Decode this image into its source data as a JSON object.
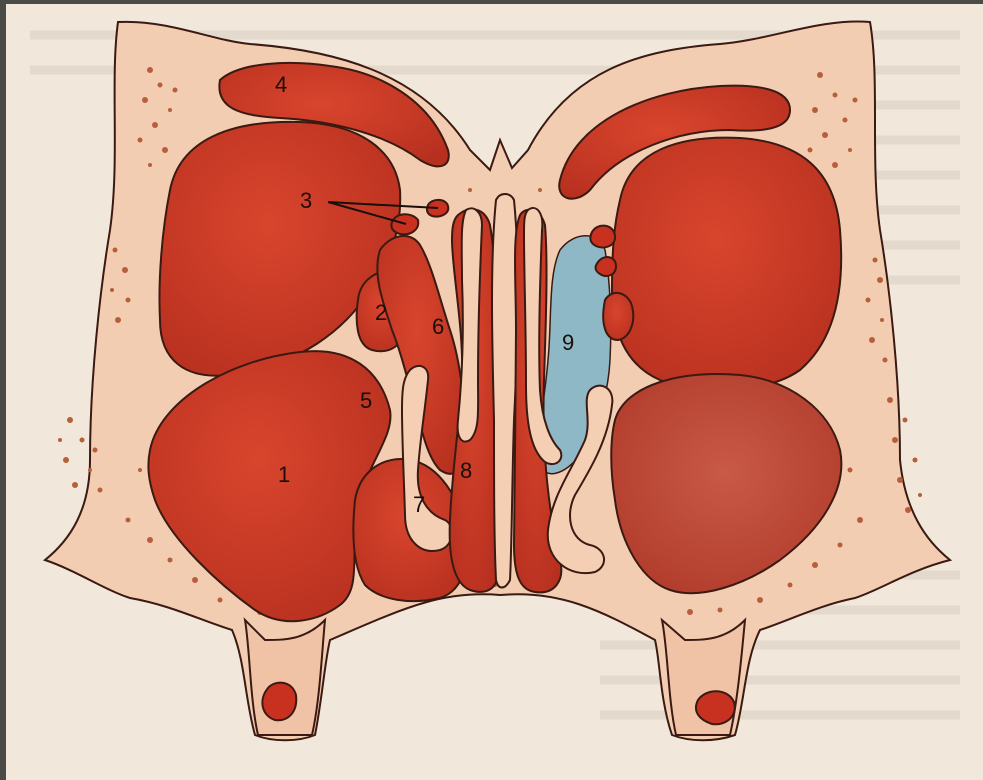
{
  "labels": {
    "l1": "1",
    "l2": "2",
    "l3": "3",
    "l4": "4",
    "l5": "5",
    "l6": "6",
    "l7": "7",
    "l8": "8",
    "l9": "9"
  },
  "colors": {
    "background_frame": "#4a4a46",
    "page": "#f1e7da",
    "bone": "#f3cdb2",
    "bone_dots": "#b5603a",
    "cavity_red": "#cf3b26",
    "cavity_dark": "#b02c1c",
    "mucosa_edge": "#f4cfb4",
    "highlight_blue": "#8fb8c6",
    "outline": "#3a1a12"
  }
}
